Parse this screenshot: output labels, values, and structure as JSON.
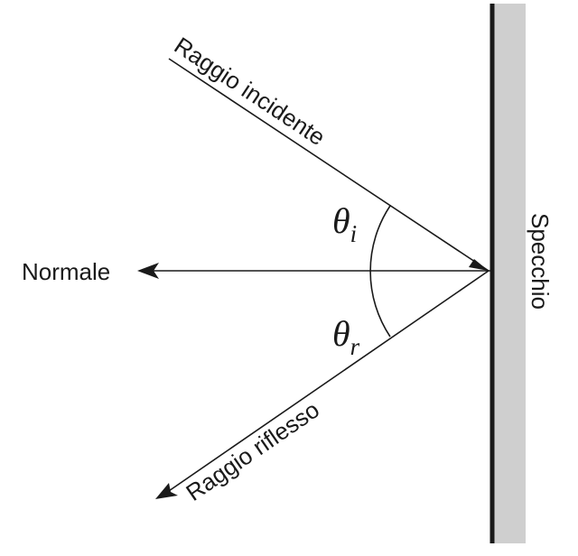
{
  "labels": {
    "incident_ray": "Raggio incidente",
    "reflected_ray": "Raggio riflesso",
    "normal": "Normale",
    "mirror": "Specchio",
    "theta_symbol": "θ",
    "theta_i_subscript": "i",
    "theta_r_subscript": "r"
  },
  "colors": {
    "line": "#1a1a1a",
    "mirror_fill": "#cfcfcf",
    "background": "#ffffff"
  }
}
